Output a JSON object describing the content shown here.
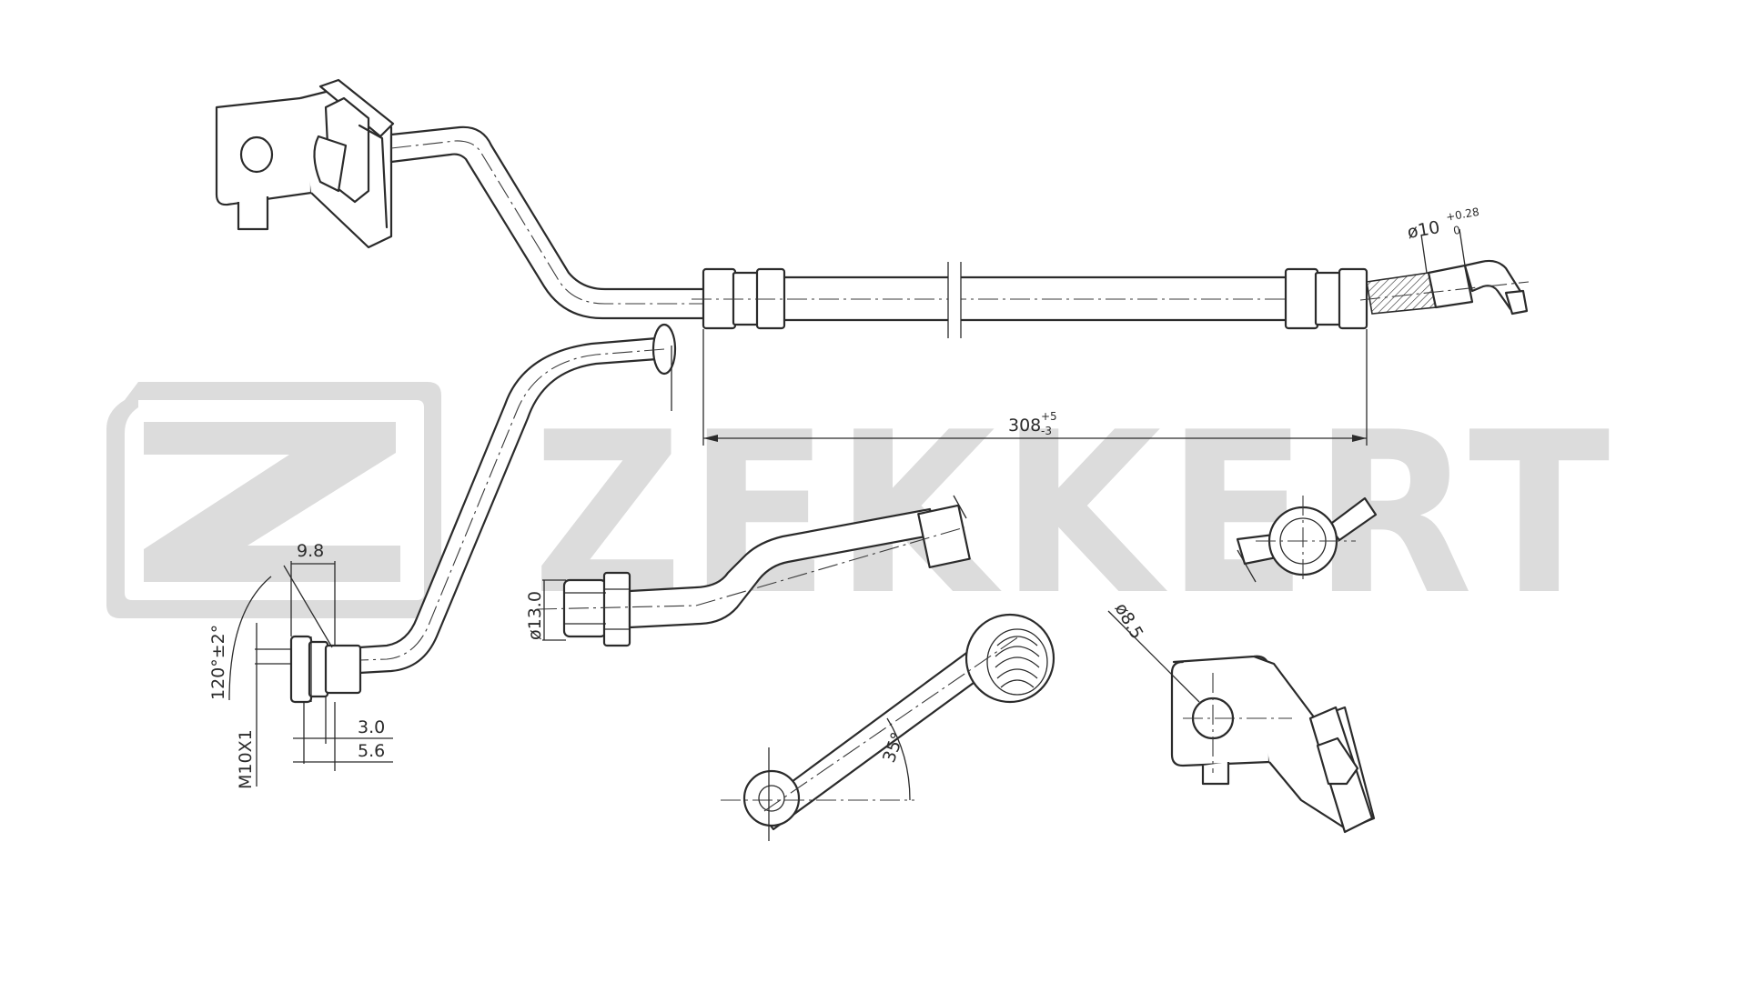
{
  "brand": {
    "watermark_text": "ZEKKERT",
    "watermark_color": "#dcdcdc"
  },
  "dimensions": {
    "length": {
      "nominal": "308",
      "tol_upper": "+5",
      "tol_lower": "-3"
    },
    "tube_diameter": {
      "nominal": "ø10",
      "tol_upper": "+0.28",
      "tol_lower": "0"
    },
    "fitting_diameter": "ø13.0",
    "hole_diameter": "ø8.5",
    "nut_width": "9.8",
    "nut_step_1": "3.0",
    "nut_step_2": "5.6",
    "thread": "M10X1",
    "flare_angle": "120°±2°",
    "bend_angle": "35°"
  }
}
